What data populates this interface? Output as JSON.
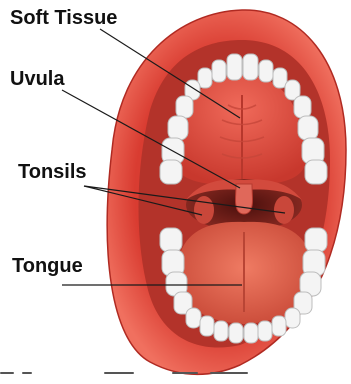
{
  "labels": {
    "soft_tissue": "Soft Tissue",
    "uvula": "Uvula",
    "tonsils": "Tonsils",
    "tongue": "Tongue"
  },
  "colors": {
    "lips": "#e2453a",
    "lips_dark": "#b32b24",
    "palate": "#dc5346",
    "throat": "#6e1b16",
    "tongue": "#dd5a45",
    "teeth": "#f2f2f2",
    "teeth_shadow": "#c9c9c9",
    "leader_line": "#1a1a1a"
  }
}
